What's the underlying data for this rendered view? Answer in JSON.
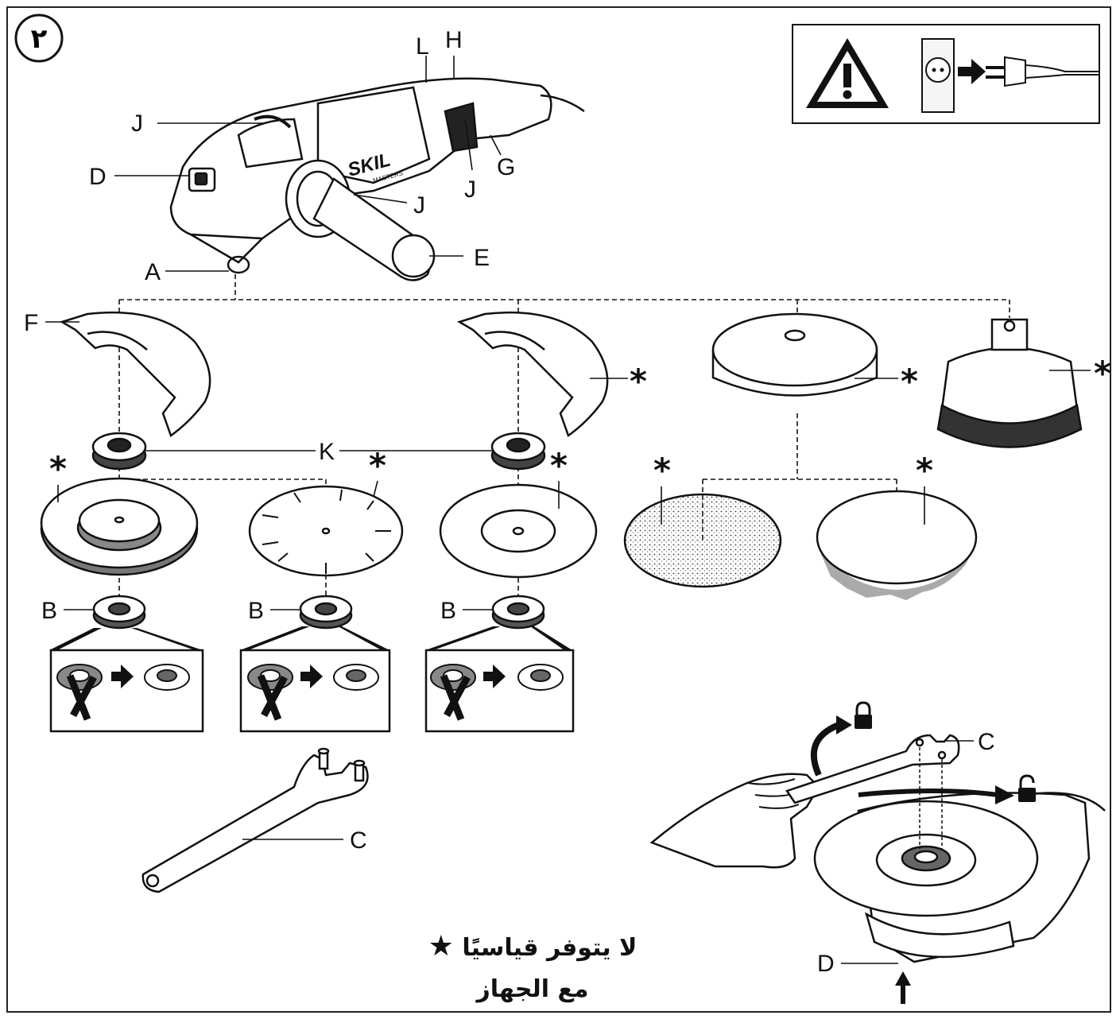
{
  "figure_number": "٢",
  "labels": {
    "L": "L",
    "H": "H",
    "J": "J",
    "D": "D",
    "G": "G",
    "E": "E",
    "A": "A",
    "F": "F",
    "K": "K",
    "B": "B",
    "C": "C"
  },
  "brand": {
    "name": "SKIL",
    "sub": "MASTERS"
  },
  "asterisk": "*",
  "note": {
    "line1": "لا يتوفر قياسيًا",
    "line2": "مع الجهاز",
    "star": "★"
  },
  "icons": [
    "warning-icon",
    "socket-icon",
    "arrow-right-icon",
    "plug-icon",
    "lock-icon",
    "unlock-icon"
  ],
  "colors": {
    "ink": "#111111",
    "paper": "#ffffff",
    "grey": "#9a9a9a"
  }
}
